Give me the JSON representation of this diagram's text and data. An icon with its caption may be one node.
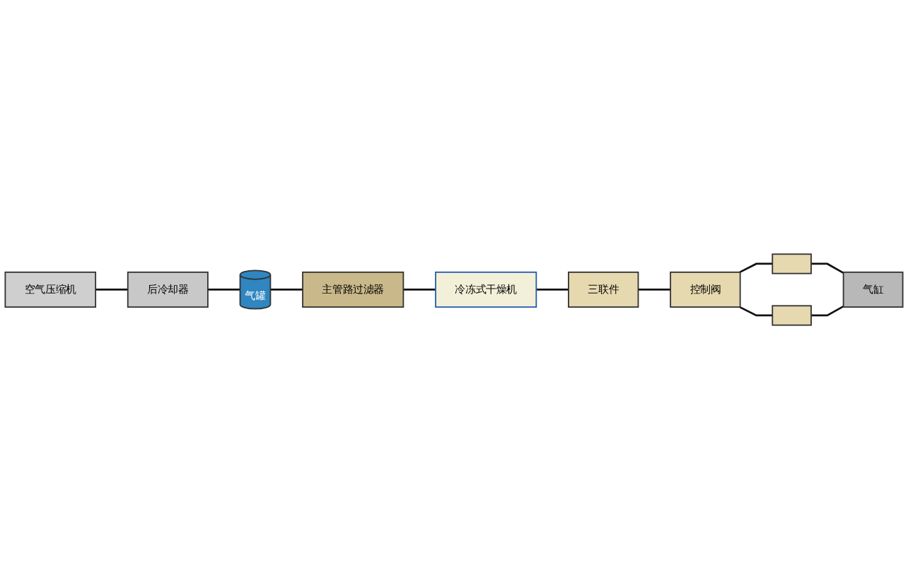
{
  "diagram": {
    "nodes": [
      {
        "text": [
          "空气压缩机"
        ]
      },
      {
        "text": [
          "后冷却器"
        ]
      },
      {
        "text": [
          "气罐"
        ]
      },
      {
        "text": [
          "主管路过滤器"
        ]
      },
      {
        "text": [
          "冷冻式干燥机"
        ]
      },
      {
        "text": [
          "三联件"
        ]
      },
      {
        "text": [
          "控制阀"
        ]
      },
      {
        "text": [
          "气缸"
        ]
      },
      {
        "text": [],
        "shape": "box"
      },
      {
        "text": [],
        "shape": "box"
      }
    ],
    "edges": [
      {
        "from": 0,
        "to": 1,
        "arrow": "none"
      },
      {
        "from": 1,
        "to": 2,
        "arrow": "none"
      },
      {
        "from": 2,
        "to": 3,
        "arrow": "none"
      },
      {
        "from": 3,
        "to": 4,
        "arrow": "none"
      },
      {
        "from": 4,
        "to": 5,
        "arrow": "none"
      },
      {
        "from": 5,
        "to": 6,
        "arrow": "none"
      },
      {
        "from": 6,
        "to": 8,
        "arrow": "none"
      },
      {
        "from": 8,
        "to": 7,
        "arrow": "none"
      },
      {
        "from": 6,
        "to": 9,
        "arrow": "none"
      },
      {
        "from": 9,
        "to": 7,
        "arrow": "none"
      }
    ]
  }
}
